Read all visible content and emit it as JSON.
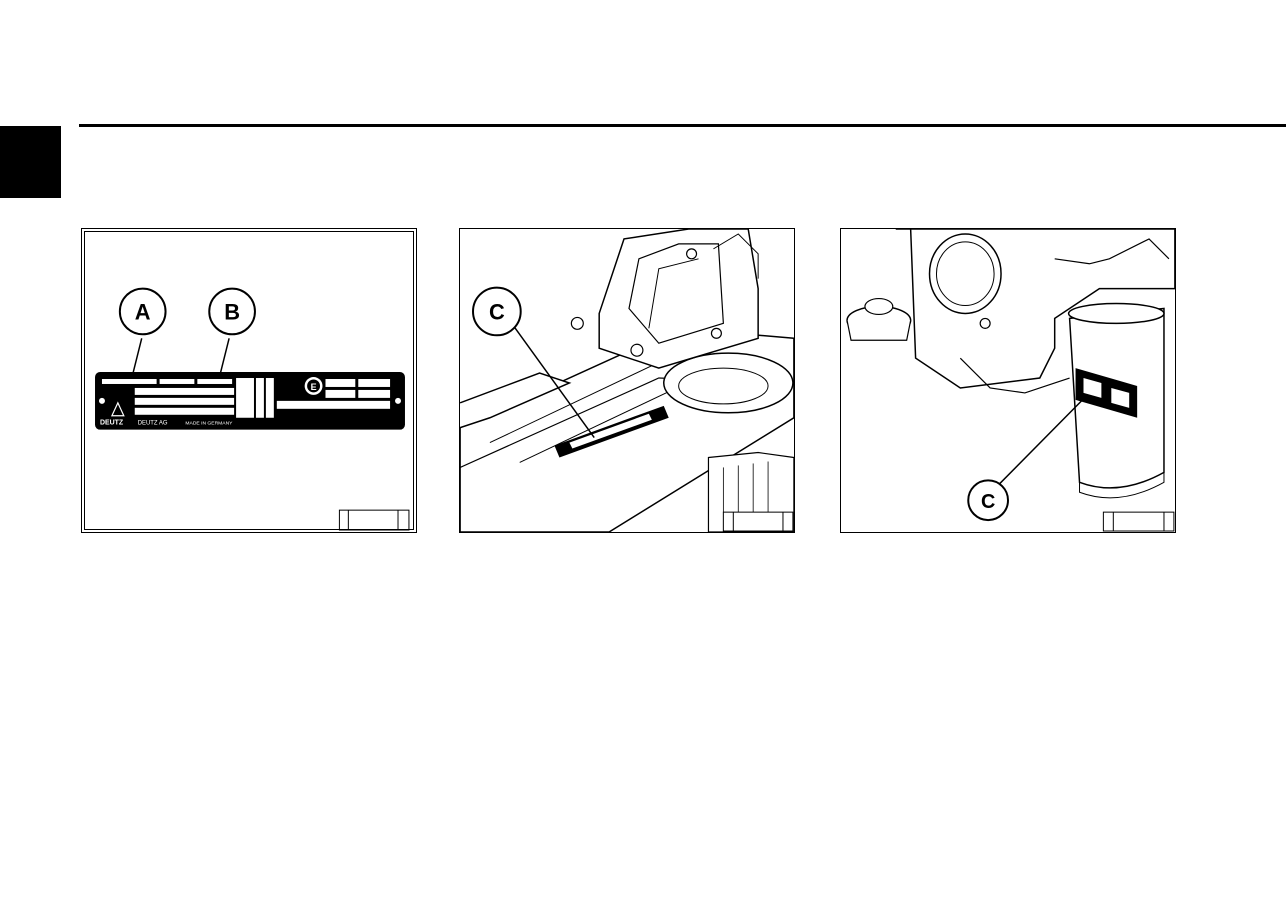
{
  "header": {
    "tab_color": "#000000"
  },
  "figures": [
    {
      "id": "type-plate",
      "callouts": [
        "A",
        "B"
      ],
      "plate": {
        "brand": "DEUTZ",
        "maker": "DEUTZ AG",
        "origin": "MADE IN GERMANY"
      }
    },
    {
      "id": "engine-block-plate-location",
      "callouts": [
        "C"
      ]
    },
    {
      "id": "filter-plate-location",
      "callouts": [
        "C"
      ]
    }
  ]
}
